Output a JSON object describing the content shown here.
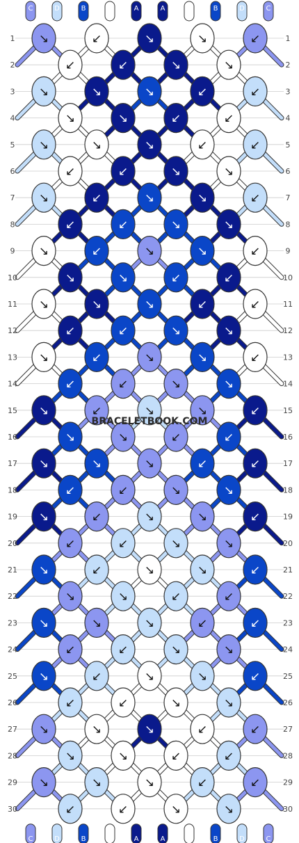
{
  "watermark": "BRACELETBOOK.COM",
  "strands": {
    "top": [
      "C",
      "D",
      "B",
      "E",
      "A",
      "A",
      "E",
      "B",
      "D",
      "C"
    ],
    "bottom": [
      "C",
      "D",
      "B",
      "E",
      "A",
      "A",
      "E",
      "B",
      "D",
      "C"
    ]
  },
  "colors": {
    "A": "#0a1a8c",
    "B": "#0a46c8",
    "C": "#8c96f0",
    "D": "#c3defa",
    "E": "#ffffff",
    "line": "#333333",
    "grid": "#cccccc"
  },
  "rows": [
    {
      "label": "1",
      "knots": [
        {
          "c": "C",
          "d": "↘"
        },
        {
          "c": "E",
          "d": "↙"
        },
        {
          "c": "A",
          "d": "↘"
        },
        {
          "c": "E",
          "d": "↘"
        },
        {
          "c": "C",
          "d": "↙"
        }
      ]
    },
    {
      "label": "2",
      "knots": [
        {
          "c": "E",
          "d": "↙"
        },
        {
          "c": "A",
          "d": "↙"
        },
        {
          "c": "A",
          "d": "↘"
        },
        {
          "c": "E",
          "d": "↘"
        }
      ]
    },
    {
      "label": "3",
      "knots": [
        {
          "c": "D",
          "d": "↘"
        },
        {
          "c": "A",
          "d": "↘"
        },
        {
          "c": "B",
          "d": "↘"
        },
        {
          "c": "A",
          "d": "↙"
        },
        {
          "c": "D",
          "d": "↙"
        }
      ]
    },
    {
      "label": "4",
      "knots": [
        {
          "c": "E",
          "d": "↘"
        },
        {
          "c": "A",
          "d": "↘"
        },
        {
          "c": "A",
          "d": "↙"
        },
        {
          "c": "E",
          "d": "↙"
        }
      ]
    },
    {
      "label": "5",
      "knots": [
        {
          "c": "D",
          "d": "↘"
        },
        {
          "c": "E",
          "d": "↘"
        },
        {
          "c": "A",
          "d": "↘"
        },
        {
          "c": "E",
          "d": "↙"
        },
        {
          "c": "D",
          "d": "↙"
        }
      ]
    },
    {
      "label": "6",
      "knots": [
        {
          "c": "E",
          "d": "↙"
        },
        {
          "c": "A",
          "d": "↙"
        },
        {
          "c": "A",
          "d": "↘"
        },
        {
          "c": "E",
          "d": "↘"
        }
      ]
    },
    {
      "label": "7",
      "knots": [
        {
          "c": "D",
          "d": "↘"
        },
        {
          "c": "A",
          "d": "↙"
        },
        {
          "c": "B",
          "d": "↘"
        },
        {
          "c": "A",
          "d": "↘"
        },
        {
          "c": "D",
          "d": "↙"
        }
      ]
    },
    {
      "label": "8",
      "knots": [
        {
          "c": "A",
          "d": "↙"
        },
        {
          "c": "B",
          "d": "↙"
        },
        {
          "c": "B",
          "d": "↘"
        },
        {
          "c": "A",
          "d": "↘"
        }
      ]
    },
    {
      "label": "9",
      "knots": [
        {
          "c": "E",
          "d": "↘"
        },
        {
          "c": "B",
          "d": "↙"
        },
        {
          "c": "C",
          "d": "↘"
        },
        {
          "c": "B",
          "d": "↘"
        },
        {
          "c": "E",
          "d": "↙"
        }
      ]
    },
    {
      "label": "10",
      "knots": [
        {
          "c": "A",
          "d": "↘"
        },
        {
          "c": "B",
          "d": "↘"
        },
        {
          "c": "B",
          "d": "↙"
        },
        {
          "c": "A",
          "d": "↙"
        }
      ]
    },
    {
      "label": "11",
      "knots": [
        {
          "c": "E",
          "d": "↘"
        },
        {
          "c": "A",
          "d": "↘"
        },
        {
          "c": "B",
          "d": "↘"
        },
        {
          "c": "A",
          "d": "↙"
        },
        {
          "c": "E",
          "d": "↙"
        }
      ]
    },
    {
      "label": "12",
      "knots": [
        {
          "c": "A",
          "d": "↙"
        },
        {
          "c": "B",
          "d": "↙"
        },
        {
          "c": "B",
          "d": "↘"
        },
        {
          "c": "A",
          "d": "↘"
        }
      ]
    },
    {
      "label": "13",
      "knots": [
        {
          "c": "E",
          "d": "↘"
        },
        {
          "c": "B",
          "d": "↙"
        },
        {
          "c": "C",
          "d": "↘"
        },
        {
          "c": "B",
          "d": "↘"
        },
        {
          "c": "E",
          "d": "↙"
        }
      ]
    },
    {
      "label": "14",
      "knots": [
        {
          "c": "B",
          "d": "↙"
        },
        {
          "c": "C",
          "d": "↙"
        },
        {
          "c": "C",
          "d": "↘"
        },
        {
          "c": "B",
          "d": "↘"
        }
      ]
    },
    {
      "label": "15",
      "knots": [
        {
          "c": "A",
          "d": "↘"
        },
        {
          "c": "C",
          "d": "↙"
        },
        {
          "c": "D",
          "d": "↘"
        },
        {
          "c": "C",
          "d": "↘"
        },
        {
          "c": "A",
          "d": "↙"
        }
      ]
    },
    {
      "label": "16",
      "knots": [
        {
          "c": "B",
          "d": "↘"
        },
        {
          "c": "C",
          "d": "↘"
        },
        {
          "c": "C",
          "d": "↙"
        },
        {
          "c": "B",
          "d": "↙"
        }
      ]
    },
    {
      "label": "17",
      "knots": [
        {
          "c": "A",
          "d": "↘"
        },
        {
          "c": "B",
          "d": "↘"
        },
        {
          "c": "C",
          "d": "↘"
        },
        {
          "c": "B",
          "d": "↙"
        },
        {
          "c": "A",
          "d": "↙"
        }
      ]
    },
    {
      "label": "18",
      "knots": [
        {
          "c": "B",
          "d": "↙"
        },
        {
          "c": "C",
          "d": "↙"
        },
        {
          "c": "C",
          "d": "↘"
        },
        {
          "c": "B",
          "d": "↘"
        }
      ]
    },
    {
      "label": "19",
      "knots": [
        {
          "c": "A",
          "d": "↘"
        },
        {
          "c": "C",
          "d": "↙"
        },
        {
          "c": "D",
          "d": "↘"
        },
        {
          "c": "C",
          "d": "↘"
        },
        {
          "c": "A",
          "d": "↙"
        }
      ]
    },
    {
      "label": "20",
      "knots": [
        {
          "c": "C",
          "d": "↙"
        },
        {
          "c": "D",
          "d": "↙"
        },
        {
          "c": "D",
          "d": "↘"
        },
        {
          "c": "C",
          "d": "↘"
        }
      ]
    },
    {
      "label": "21",
      "knots": [
        {
          "c": "B",
          "d": "↘"
        },
        {
          "c": "D",
          "d": "↙"
        },
        {
          "c": "E",
          "d": "↘"
        },
        {
          "c": "D",
          "d": "↘"
        },
        {
          "c": "B",
          "d": "↙"
        }
      ]
    },
    {
      "label": "22",
      "knots": [
        {
          "c": "C",
          "d": "↘"
        },
        {
          "c": "D",
          "d": "↘"
        },
        {
          "c": "D",
          "d": "↙"
        },
        {
          "c": "C",
          "d": "↙"
        }
      ]
    },
    {
      "label": "23",
      "knots": [
        {
          "c": "B",
          "d": "↘"
        },
        {
          "c": "C",
          "d": "↘"
        },
        {
          "c": "D",
          "d": "↘"
        },
        {
          "c": "C",
          "d": "↙"
        },
        {
          "c": "B",
          "d": "↙"
        }
      ]
    },
    {
      "label": "24",
      "knots": [
        {
          "c": "C",
          "d": "↙"
        },
        {
          "c": "D",
          "d": "↙"
        },
        {
          "c": "D",
          "d": "↘"
        },
        {
          "c": "C",
          "d": "↘"
        }
      ]
    },
    {
      "label": "25",
      "knots": [
        {
          "c": "B",
          "d": "↘"
        },
        {
          "c": "D",
          "d": "↙"
        },
        {
          "c": "E",
          "d": "↘"
        },
        {
          "c": "D",
          "d": "↘"
        },
        {
          "c": "B",
          "d": "↙"
        }
      ]
    },
    {
      "label": "26",
      "knots": [
        {
          "c": "D",
          "d": "↙"
        },
        {
          "c": "E",
          "d": "↙"
        },
        {
          "c": "E",
          "d": "↘"
        },
        {
          "c": "D",
          "d": "↘"
        }
      ]
    },
    {
      "label": "27",
      "knots": [
        {
          "c": "C",
          "d": "↘"
        },
        {
          "c": "E",
          "d": "↘"
        },
        {
          "c": "A",
          "d": "↘"
        },
        {
          "c": "E",
          "d": "↙"
        },
        {
          "c": "C",
          "d": "↙"
        }
      ]
    },
    {
      "label": "28",
      "knots": [
        {
          "c": "D",
          "d": "↘"
        },
        {
          "c": "E",
          "d": "↘"
        },
        {
          "c": "E",
          "d": "↙"
        },
        {
          "c": "D",
          "d": "↙"
        }
      ]
    },
    {
      "label": "29",
      "knots": [
        {
          "c": "C",
          "d": "↘"
        },
        {
          "c": "D",
          "d": "↘"
        },
        {
          "c": "E",
          "d": "↘"
        },
        {
          "c": "D",
          "d": "↙"
        },
        {
          "c": "C",
          "d": "↙"
        }
      ]
    },
    {
      "label": "30",
      "knots": [
        {
          "c": "D",
          "d": "↙"
        },
        {
          "c": "E",
          "d": "↙"
        },
        {
          "c": "E",
          "d": "↘"
        },
        {
          "c": "D",
          "d": "↘"
        }
      ]
    }
  ]
}
